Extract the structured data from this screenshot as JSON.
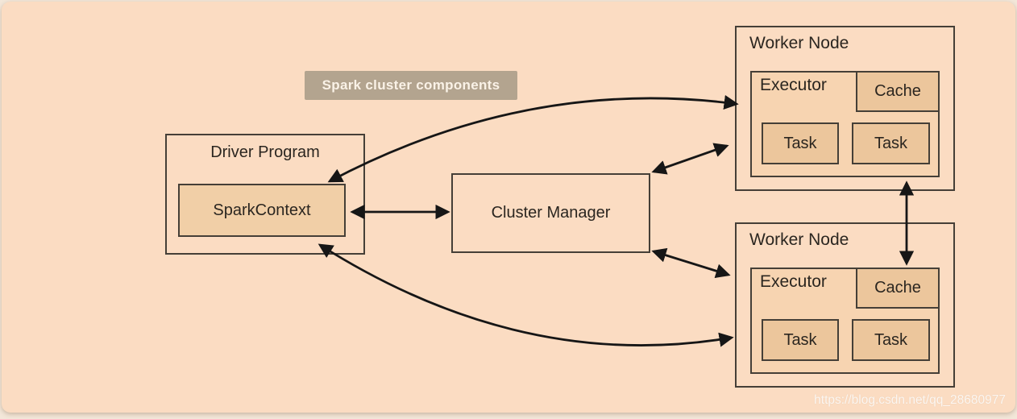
{
  "caption": {
    "label": "Spark cluster components"
  },
  "driver_program": {
    "title": "Driver Program",
    "spark_context_label": "SparkContext"
  },
  "cluster_manager": {
    "title": "Cluster Manager"
  },
  "worker_nodes": [
    {
      "title": "Worker Node",
      "executor_label": "Executor",
      "cache_label": "Cache",
      "tasks": [
        "Task",
        "Task"
      ]
    },
    {
      "title": "Worker Node",
      "executor_label": "Executor",
      "cache_label": "Cache",
      "tasks": [
        "Task",
        "Task"
      ]
    }
  ],
  "connections": [
    {
      "from": "SparkContext",
      "to": "Cluster Manager",
      "bidirectional": true
    },
    {
      "from": "SparkContext",
      "to": "Worker Node (top)",
      "bidirectional": true,
      "style": "curved"
    },
    {
      "from": "SparkContext",
      "to": "Worker Node (bottom)",
      "bidirectional": true,
      "style": "curved"
    },
    {
      "from": "Cluster Manager",
      "to": "Worker Node (top)",
      "bidirectional": true
    },
    {
      "from": "Cluster Manager",
      "to": "Worker Node (bottom)",
      "bidirectional": true
    },
    {
      "from": "Worker Node (top)",
      "to": "Worker Node (bottom)",
      "bidirectional": true
    }
  ],
  "watermark": {
    "text": "https://blog.csdn.net/qq_28680977"
  },
  "colors": {
    "page_background": "#f3e7d9",
    "canvas_background": "#fbdcc2",
    "inner_box_fill": "#ecc69c",
    "spark_context_fill": "#f1cfa7",
    "executor_fill": "#f7d4b1",
    "box_border": "#453f37",
    "arrow": "#161616",
    "caption_background": "#b3a48f",
    "caption_text": "#faf2e7",
    "watermark_text": "#ffffff"
  }
}
